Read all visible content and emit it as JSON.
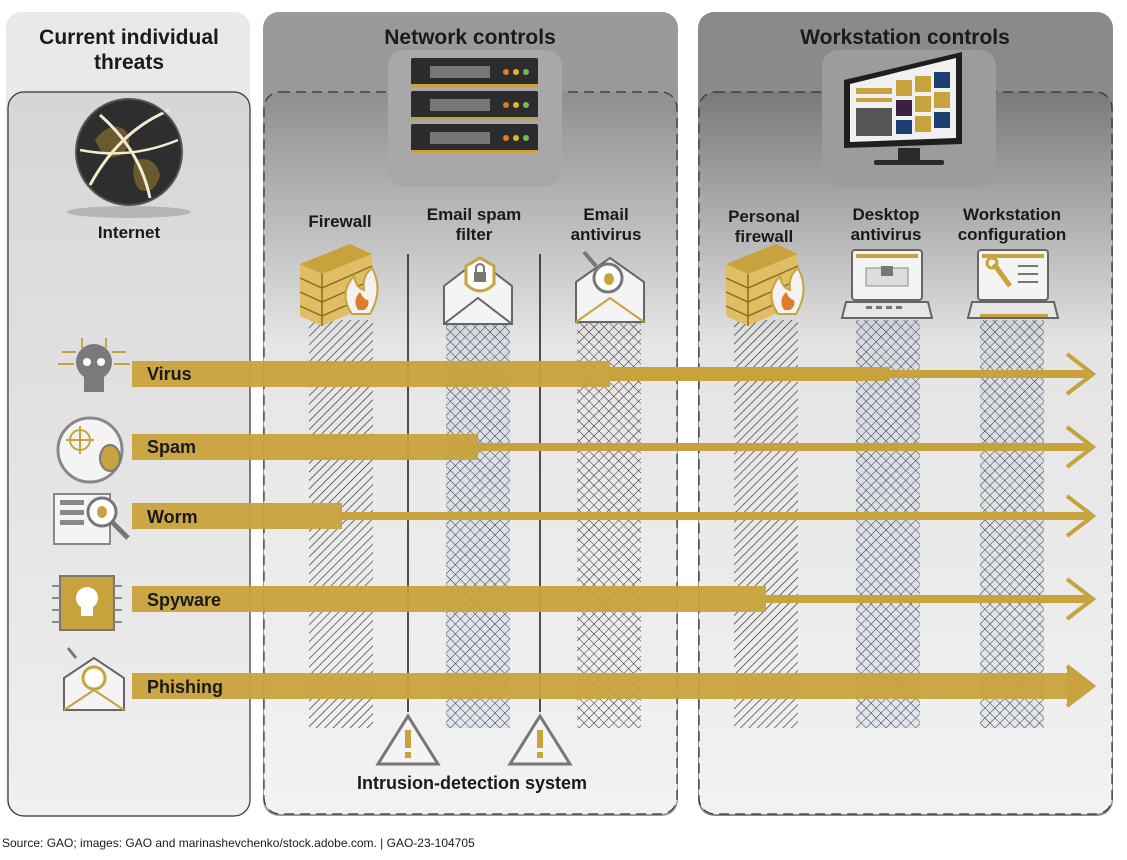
{
  "colors": {
    "gold": "#c8a23c",
    "gold_dark": "#b58d25",
    "panel_left": "#e9e9e9",
    "panel_mid": "#9a9a9a",
    "panel_right": "#8a8a8a",
    "hatch": "#2b2b2b",
    "hatch_blue": "#7fa6d6"
  },
  "panels": {
    "threats": {
      "title": "Current individual threats",
      "internet_label": "Internet"
    },
    "network": {
      "title": "Network controls",
      "ids_label": "Intrusion-detection system"
    },
    "workstation": {
      "title": "Workstation controls"
    }
  },
  "controls": [
    {
      "id": "firewall",
      "label": "Firewall",
      "icon": "brick-firewall-icon"
    },
    {
      "id": "spam_filter",
      "label": "Email spam filter",
      "icon": "envelope-shield-icon"
    },
    {
      "id": "email_antivirus",
      "label": "Email antivirus",
      "icon": "envelope-magnifier-icon"
    },
    {
      "id": "personal_firewall",
      "label": "Personal firewall",
      "icon": "brick-firewall-icon"
    },
    {
      "id": "desktop_antivirus",
      "label": "Desktop antivirus",
      "icon": "laptop-lock-icon"
    },
    {
      "id": "workstation_config",
      "label": "Workstation configuration",
      "icon": "laptop-wrench-icon"
    }
  ],
  "threats": [
    {
      "id": "virus",
      "label": "Virus",
      "icon": "skull-circuit-icon",
      "thick_until": "email_antivirus",
      "medium_until": "desktop_antivirus"
    },
    {
      "id": "spam",
      "label": "Spam",
      "icon": "bug-target-icon",
      "thick_until": "spam_filter",
      "medium_until": ""
    },
    {
      "id": "worm",
      "label": "Worm",
      "icon": "document-bug-magnifier-icon",
      "thick_until": "firewall",
      "medium_until": ""
    },
    {
      "id": "spyware",
      "label": "Spyware",
      "icon": "skull-chip-icon",
      "thick_until": "personal_firewall",
      "medium_until": ""
    },
    {
      "id": "phishing",
      "label": "Phishing",
      "icon": "phishing-envelope-icon",
      "thick_until": "workstation_config",
      "medium_until": ""
    }
  ],
  "source": "Source: GAO; images: GAO and marinashevchenko/stock.adobe.com.  |  GAO-23-104705"
}
